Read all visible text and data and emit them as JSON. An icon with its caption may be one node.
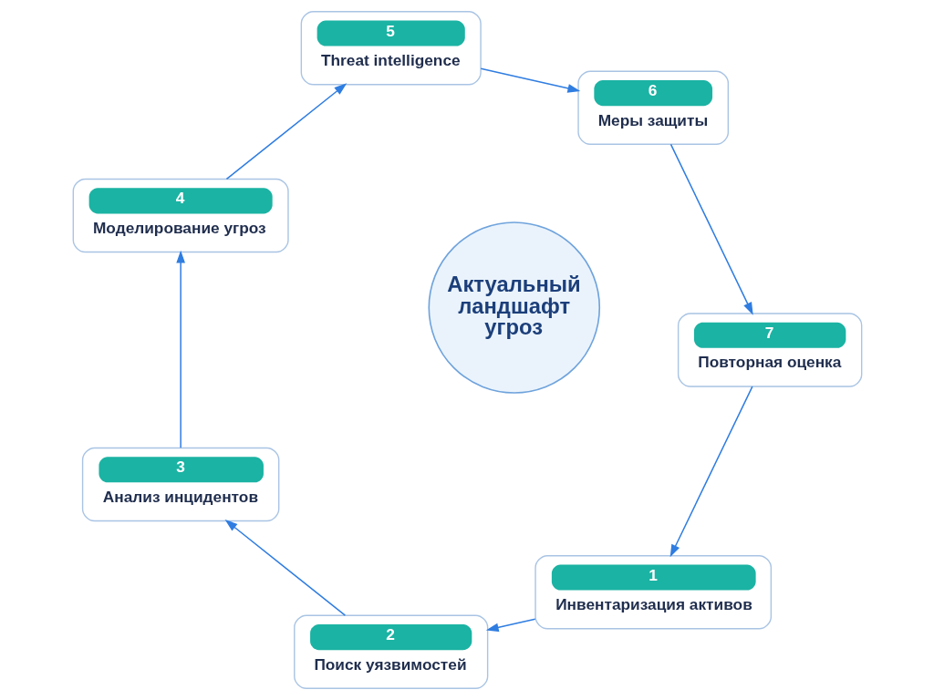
{
  "diagram": {
    "nodes": [
      {
        "text": [
          "Актуальный ландшафт угроз"
        ]
      },
      {
        "text": [
          "1",
          "Инвентаризация активов"
        ]
      },
      {
        "text": [
          "2",
          "Поиск уязвимостей"
        ]
      },
      {
        "text": [
          "3",
          "Анализ инцидентов"
        ]
      },
      {
        "text": [
          "4",
          "Моделирование угроз"
        ]
      },
      {
        "text": [
          "5",
          "Threat intelligence"
        ]
      },
      {
        "text": [
          "6",
          "Меры защиты"
        ]
      },
      {
        "text": [
          "7",
          "Повторная оценка"
        ]
      }
    ],
    "edges": [
      {
        "from": 1,
        "to": 2,
        "arrow": "to"
      },
      {
        "from": 2,
        "to": 3,
        "arrow": "to"
      },
      {
        "from": 3,
        "to": 4,
        "arrow": "to"
      },
      {
        "from": 4,
        "to": 5,
        "arrow": "to"
      },
      {
        "from": 5,
        "to": 6,
        "arrow": "to"
      },
      {
        "from": 6,
        "to": 7,
        "arrow": "to"
      },
      {
        "from": 7,
        "to": 1,
        "arrow": "to"
      }
    ]
  }
}
